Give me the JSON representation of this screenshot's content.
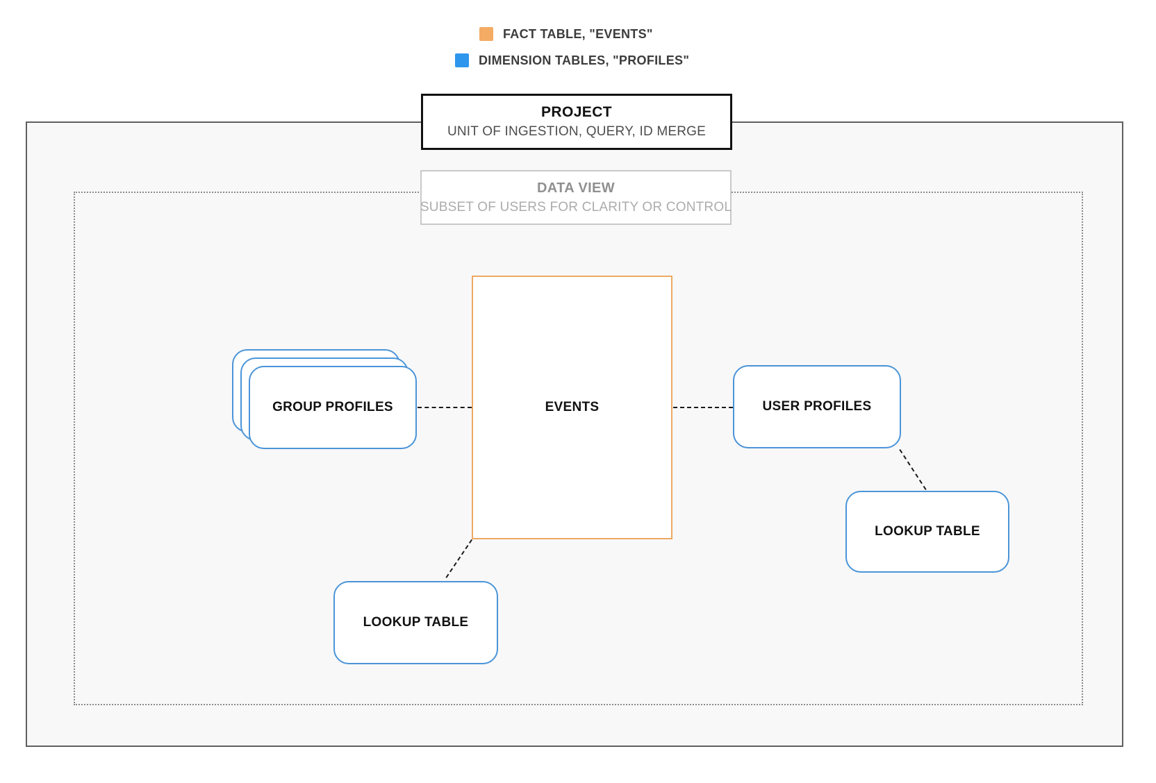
{
  "legend": {
    "items": [
      {
        "id": "fact-table",
        "label": "FACT TABLE, \"EVENTS\"",
        "swatch_color": "#F4AB63"
      },
      {
        "id": "dimension-tables",
        "label": "DIMENSION TABLES, \"PROFILES\"",
        "swatch_color": "#2E96ED"
      }
    ]
  },
  "project_box": {
    "title": "PROJECT",
    "subtitle": "UNIT OF INGESTION, QUERY, ID MERGE"
  },
  "data_view_box": {
    "title": "DATA VIEW",
    "subtitle": "SUBSET OF USERS FOR CLARITY OR CONTROL"
  },
  "nodes": {
    "events": {
      "label": "EVENTS",
      "kind": "fact"
    },
    "group_profiles": {
      "label": "GROUP PROFILES",
      "kind": "dimension",
      "stacked_copies": 3
    },
    "user_profiles": {
      "label": "USER PROFILES",
      "kind": "dimension"
    },
    "lookup_table_bottom": {
      "label": "LOOKUP TABLE",
      "kind": "dimension"
    },
    "lookup_table_right": {
      "label": "LOOKUP TABLE",
      "kind": "dimension"
    }
  },
  "connections": [
    {
      "from": "group_profiles",
      "to": "events",
      "style": "dashed"
    },
    {
      "from": "events",
      "to": "user_profiles",
      "style": "dashed"
    },
    {
      "from": "user_profiles",
      "to": "lookup_table_right",
      "style": "dashed"
    },
    {
      "from": "events",
      "to": "lookup_table_bottom",
      "style": "dashed"
    }
  ],
  "colors": {
    "fact_swatch": "#F4AB63",
    "fact_border": "#EDA961",
    "dimension_swatch": "#2E96ED",
    "dimension_border": "#4A94D8",
    "connector": "#1A1A1A",
    "project_border": "#111111",
    "outer_box_border": "#5F5F5F",
    "outer_box_fill": "#F8F8F8",
    "data_view_border": "#C9C9C9",
    "dotted_border": "#8A8A8A"
  }
}
